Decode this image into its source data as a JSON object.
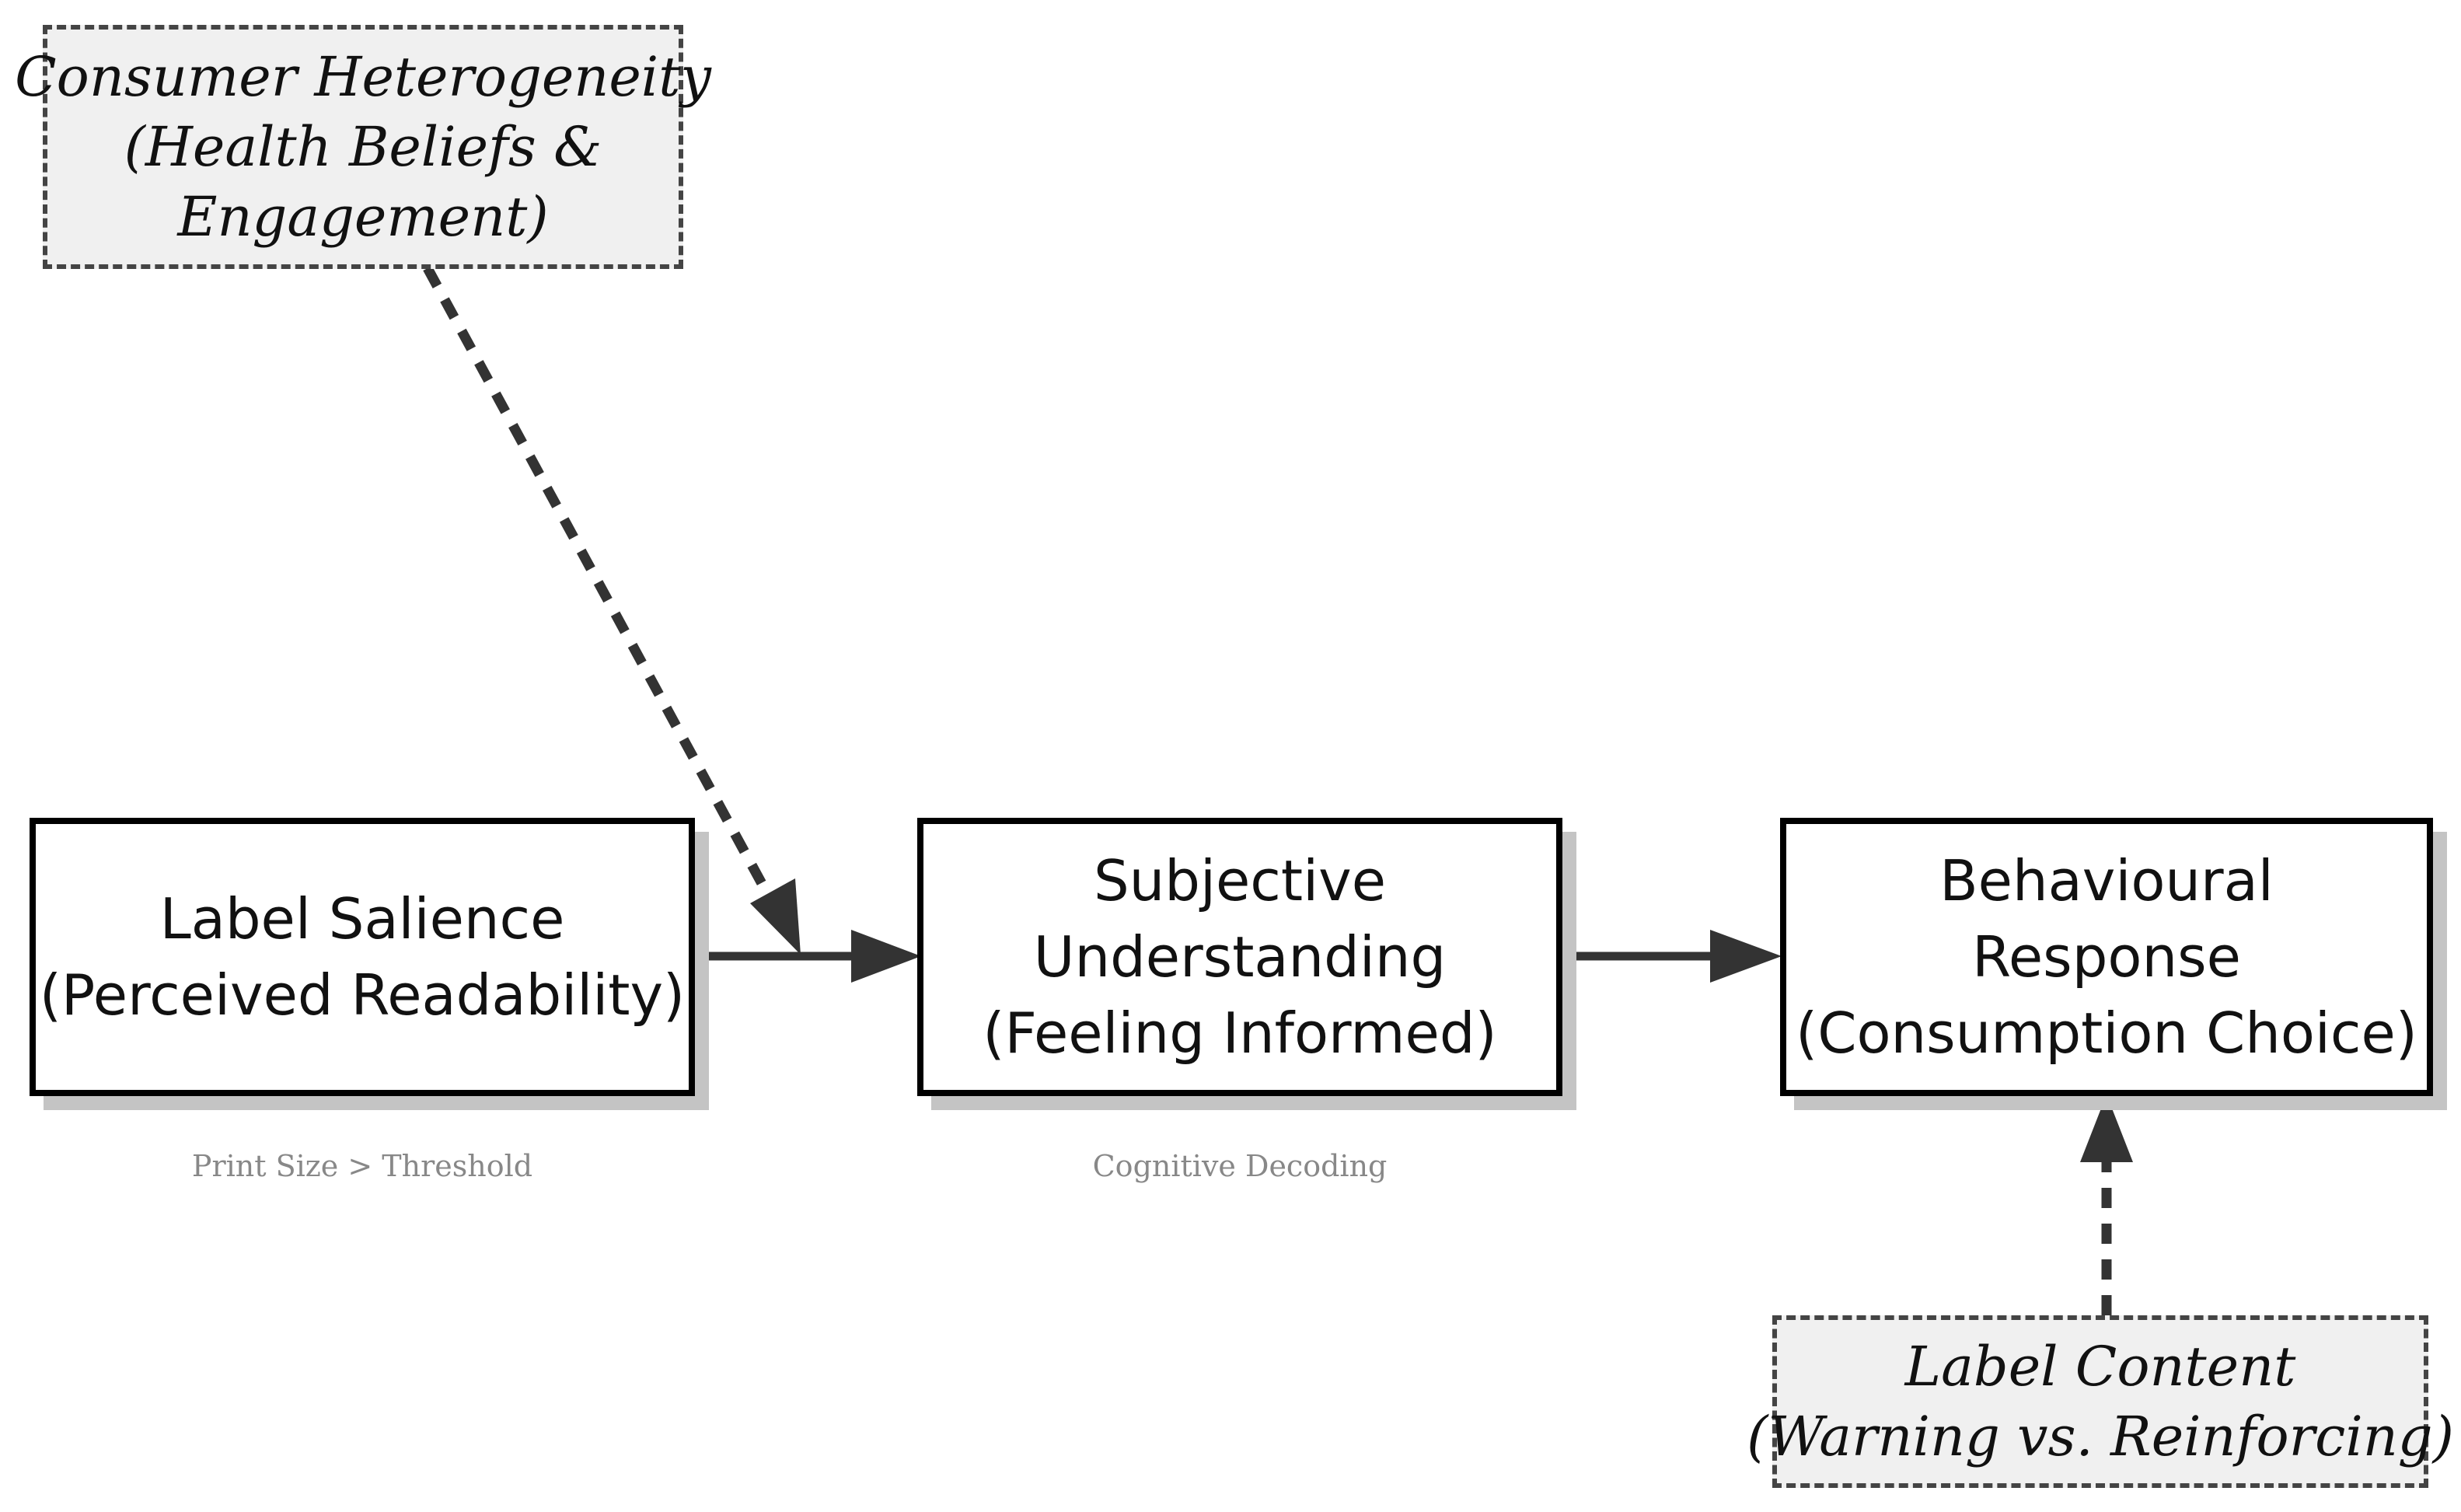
{
  "nodes": {
    "salience": {
      "lines": [
        "Label Salience",
        "(Perceived Readability)"
      ]
    },
    "understanding": {
      "lines": [
        "Subjective",
        "Understanding",
        "(Feeling Informed)"
      ]
    },
    "response": {
      "lines": [
        "Behavioural",
        "Response",
        "(Consumption Choice)"
      ]
    }
  },
  "moderators": {
    "heterogeneity": {
      "lines": [
        "Consumer Heterogeneity",
        "(Health Beliefs &",
        "Engagement)"
      ]
    },
    "content": {
      "lines": [
        "Label Content",
        "(Warning vs. Reinforcing)"
      ]
    }
  },
  "captions": {
    "salience": "Print Size > Threshold",
    "understanding": "Cognitive Decoding"
  },
  "colors": {
    "box_border": "#000000",
    "box_shadow": "#c4c4c4",
    "moderator_fill": "#f0f0f0",
    "arrow": "#333333",
    "caption": "#888888"
  }
}
